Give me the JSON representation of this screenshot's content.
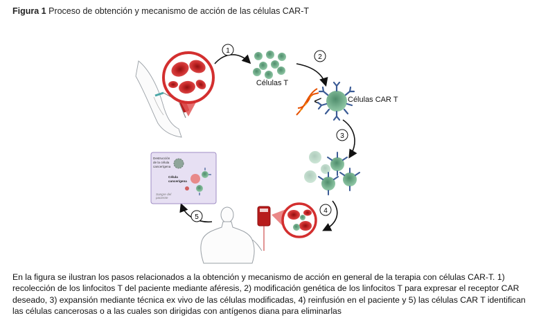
{
  "figure": {
    "number_label": "Figura 1",
    "title": "Proceso de obtención y mecanismo de acción de las células CAR-T"
  },
  "labels": {
    "t_cells": "Células T",
    "car_t_cells": "Células CAR T",
    "destruction": [
      "Destrucción",
      "de la célula",
      "cancerígena"
    ],
    "cancer_cell": [
      "Célula",
      "cancerígena"
    ],
    "patient_blood": [
      "Sangre del",
      "paciente"
    ]
  },
  "steps": [
    "1",
    "2",
    "3",
    "4",
    "5"
  ],
  "colors": {
    "blood_red": "#c62828",
    "t_cell_green": "#66a883",
    "car_receptor_blue": "#3b5b95",
    "panel_purple": "#e7e0f3",
    "arrow": "#111111"
  },
  "caption": "En la figura se ilustran los pasos relacionados a la obtención y mecanismo de acción en general de la terapia con células CAR-T. 1) recolección de los linfocitos T del paciente mediante aféresis, 2) modificación genética de los linfocitos T para expresar el receptor CAR deseado, 3) expansión mediante técnica ex vivo de las células modificadas, 4) reinfusión en el paciente y 5) las células CAR T identifican las células cancerosas o a las cuales son dirigidas con antígenos diana para eliminarlas"
}
